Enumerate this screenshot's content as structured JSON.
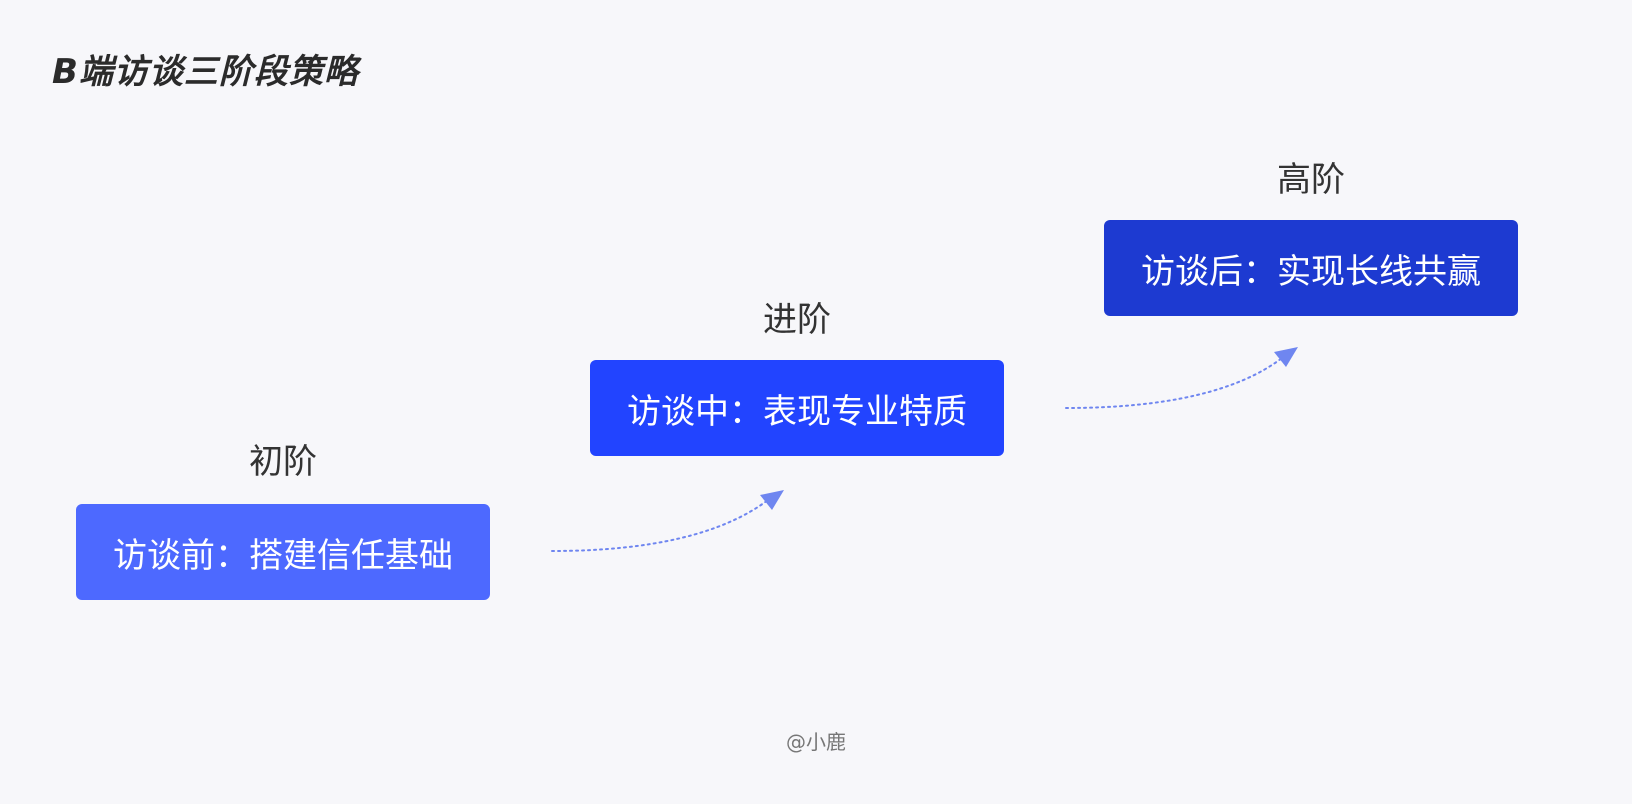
{
  "title": "B端访谈三阶段策略",
  "stages": [
    {
      "level": "初阶",
      "label": "访谈前：搭建信任基础",
      "color": "#4d69ff"
    },
    {
      "level": "进阶",
      "label": "访谈中：表现专业特质",
      "color": "#2244ff"
    },
    {
      "level": "高阶",
      "label": "访谈后：实现长线共赢",
      "color": "#1d3ad1"
    }
  ],
  "arrow_color": "#6f86f0",
  "watermark": "@小鹿"
}
